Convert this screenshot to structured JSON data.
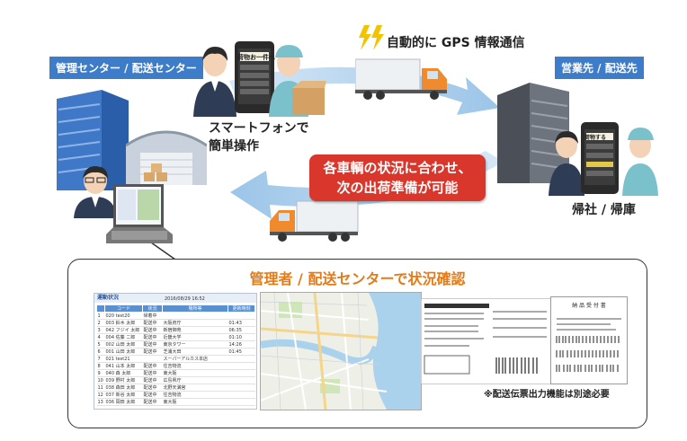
{
  "labels": {
    "management_center": "管理センター / 配送センター",
    "business_destination": "営業先 / 配送先",
    "auto_gps": "自動的に GPS 情報通信",
    "smartphone_line1": "スマートフォンで",
    "smartphone_line2": "簡単操作",
    "return_label": "帰社 / 帰庫",
    "status_line1": "各車輌の状況に合わせ、",
    "status_line2": "次の出荷準備が可能",
    "panel_title": "管理者 / 配送センターで状況確認",
    "note": "※配送伝票出力機能は別途必要"
  },
  "phone_screen": {
    "top_text": "荷物お一件へ",
    "bottom_text": "荷物する"
  },
  "status_table": {
    "title": "運動状況",
    "date": "2016/08/29 16:52",
    "headers": [
      "",
      "コード",
      "状況",
      "場所等",
      "更新時刻"
    ],
    "rows": [
      [
        "1",
        "020 test20",
        "帰着中",
        "",
        ""
      ],
      [
        "2",
        "003 鈴木 太郎",
        "配送中",
        "大阪府庁",
        "01:43"
      ],
      [
        "3",
        "042 フジイ 太郎",
        "配送中",
        "新宿御苑",
        "06:35"
      ],
      [
        "4",
        "004 佐藤 二郎",
        "配送中",
        "近畿大学",
        "01:10"
      ],
      [
        "5",
        "002 山田 太郎",
        "配送中",
        "東京タワー",
        "14:26"
      ],
      [
        "6",
        "001 山田 太郎",
        "配送中",
        "芝浦大田",
        "01:45"
      ],
      [
        "7",
        "021 test21",
        "",
        "スーパーアルカス本店",
        ""
      ],
      [
        "8",
        "041 山本 太郎",
        "配送中",
        "住吉物流",
        ""
      ],
      [
        "9",
        "040 森 太郎",
        "配送中",
        "東大阪",
        ""
      ],
      [
        "10",
        "039 野村 太郎",
        "配送中",
        "広島県庁",
        ""
      ],
      [
        "11",
        "038 森田 太郎",
        "配送中",
        "北野天満宮",
        ""
      ],
      [
        "12",
        "037 新谷 太郎",
        "配送中",
        "住吉物流",
        ""
      ],
      [
        "13",
        "036 岡田 太郎",
        "配送中",
        "東大阪",
        ""
      ]
    ]
  },
  "document_slip": {
    "title": "配送伝票",
    "receipt_title": "納 品 受 付 書"
  },
  "colors": {
    "accent_blue": "#3d7cc9",
    "alert_red": "#d9362c",
    "title_orange": "#e57a18",
    "arrow_blue": "#a9cdec"
  }
}
